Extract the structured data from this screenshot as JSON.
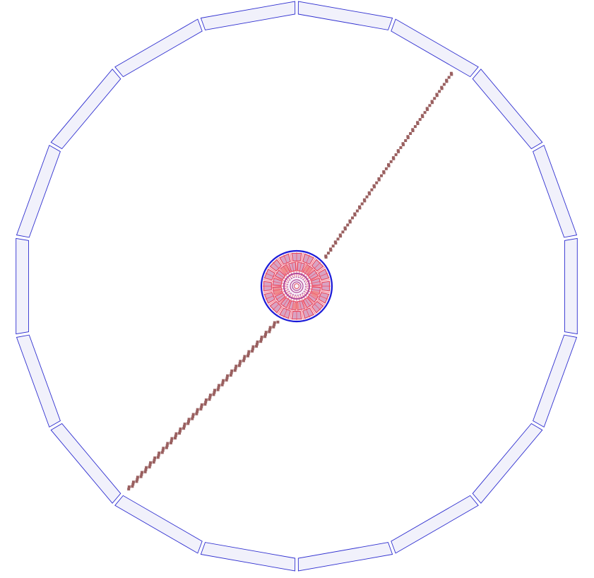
{
  "display": {
    "background": "#ffffff"
  },
  "outer_ring": {
    "modules": 18,
    "stroke": "#2f2fd0",
    "fill": "#f1f1fb"
  },
  "inner_detector": {
    "boundary_stroke": "#1a1ad8",
    "calorimeter_layers": 2,
    "calorimeter_segments": 16,
    "calorimeter_fill": "#d9a3c2",
    "calorimeter_stroke": "#e8455a",
    "radial_line_color": "#f0506a",
    "highlight_color": "#f08a8a",
    "tracker_color": "#b04a9a"
  },
  "track": {
    "color": "#9a6060",
    "upper_segment_hits": 80,
    "lower_segment_hits": 105
  }
}
